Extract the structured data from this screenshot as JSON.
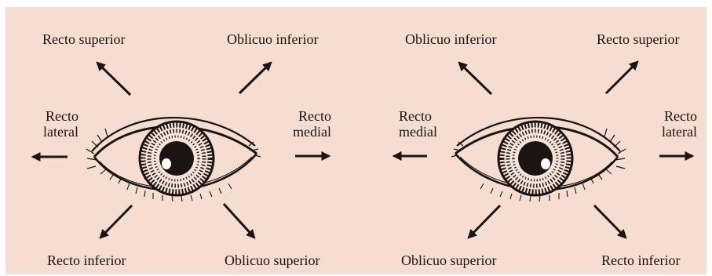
{
  "left_eye": {
    "up_left": "Recto superior",
    "up_right": "Oblicuo inferior",
    "side_left": [
      "Recto",
      "lateral"
    ],
    "side_right": [
      "Recto",
      "medial"
    ],
    "down_left": "Recto inferior",
    "down_right": "Oblicuo superior"
  },
  "right_eye": {
    "up_left": "Oblicuo inferior",
    "up_right": "Recto superior",
    "side_left": [
      "Recto",
      "medial"
    ],
    "side_right": [
      "Recto",
      "lateral"
    ],
    "down_left": "Oblicuo superior",
    "down_right": "Recto inferior"
  },
  "colors": {
    "background": "#f5ddd2",
    "ink": "#1c1412"
  }
}
